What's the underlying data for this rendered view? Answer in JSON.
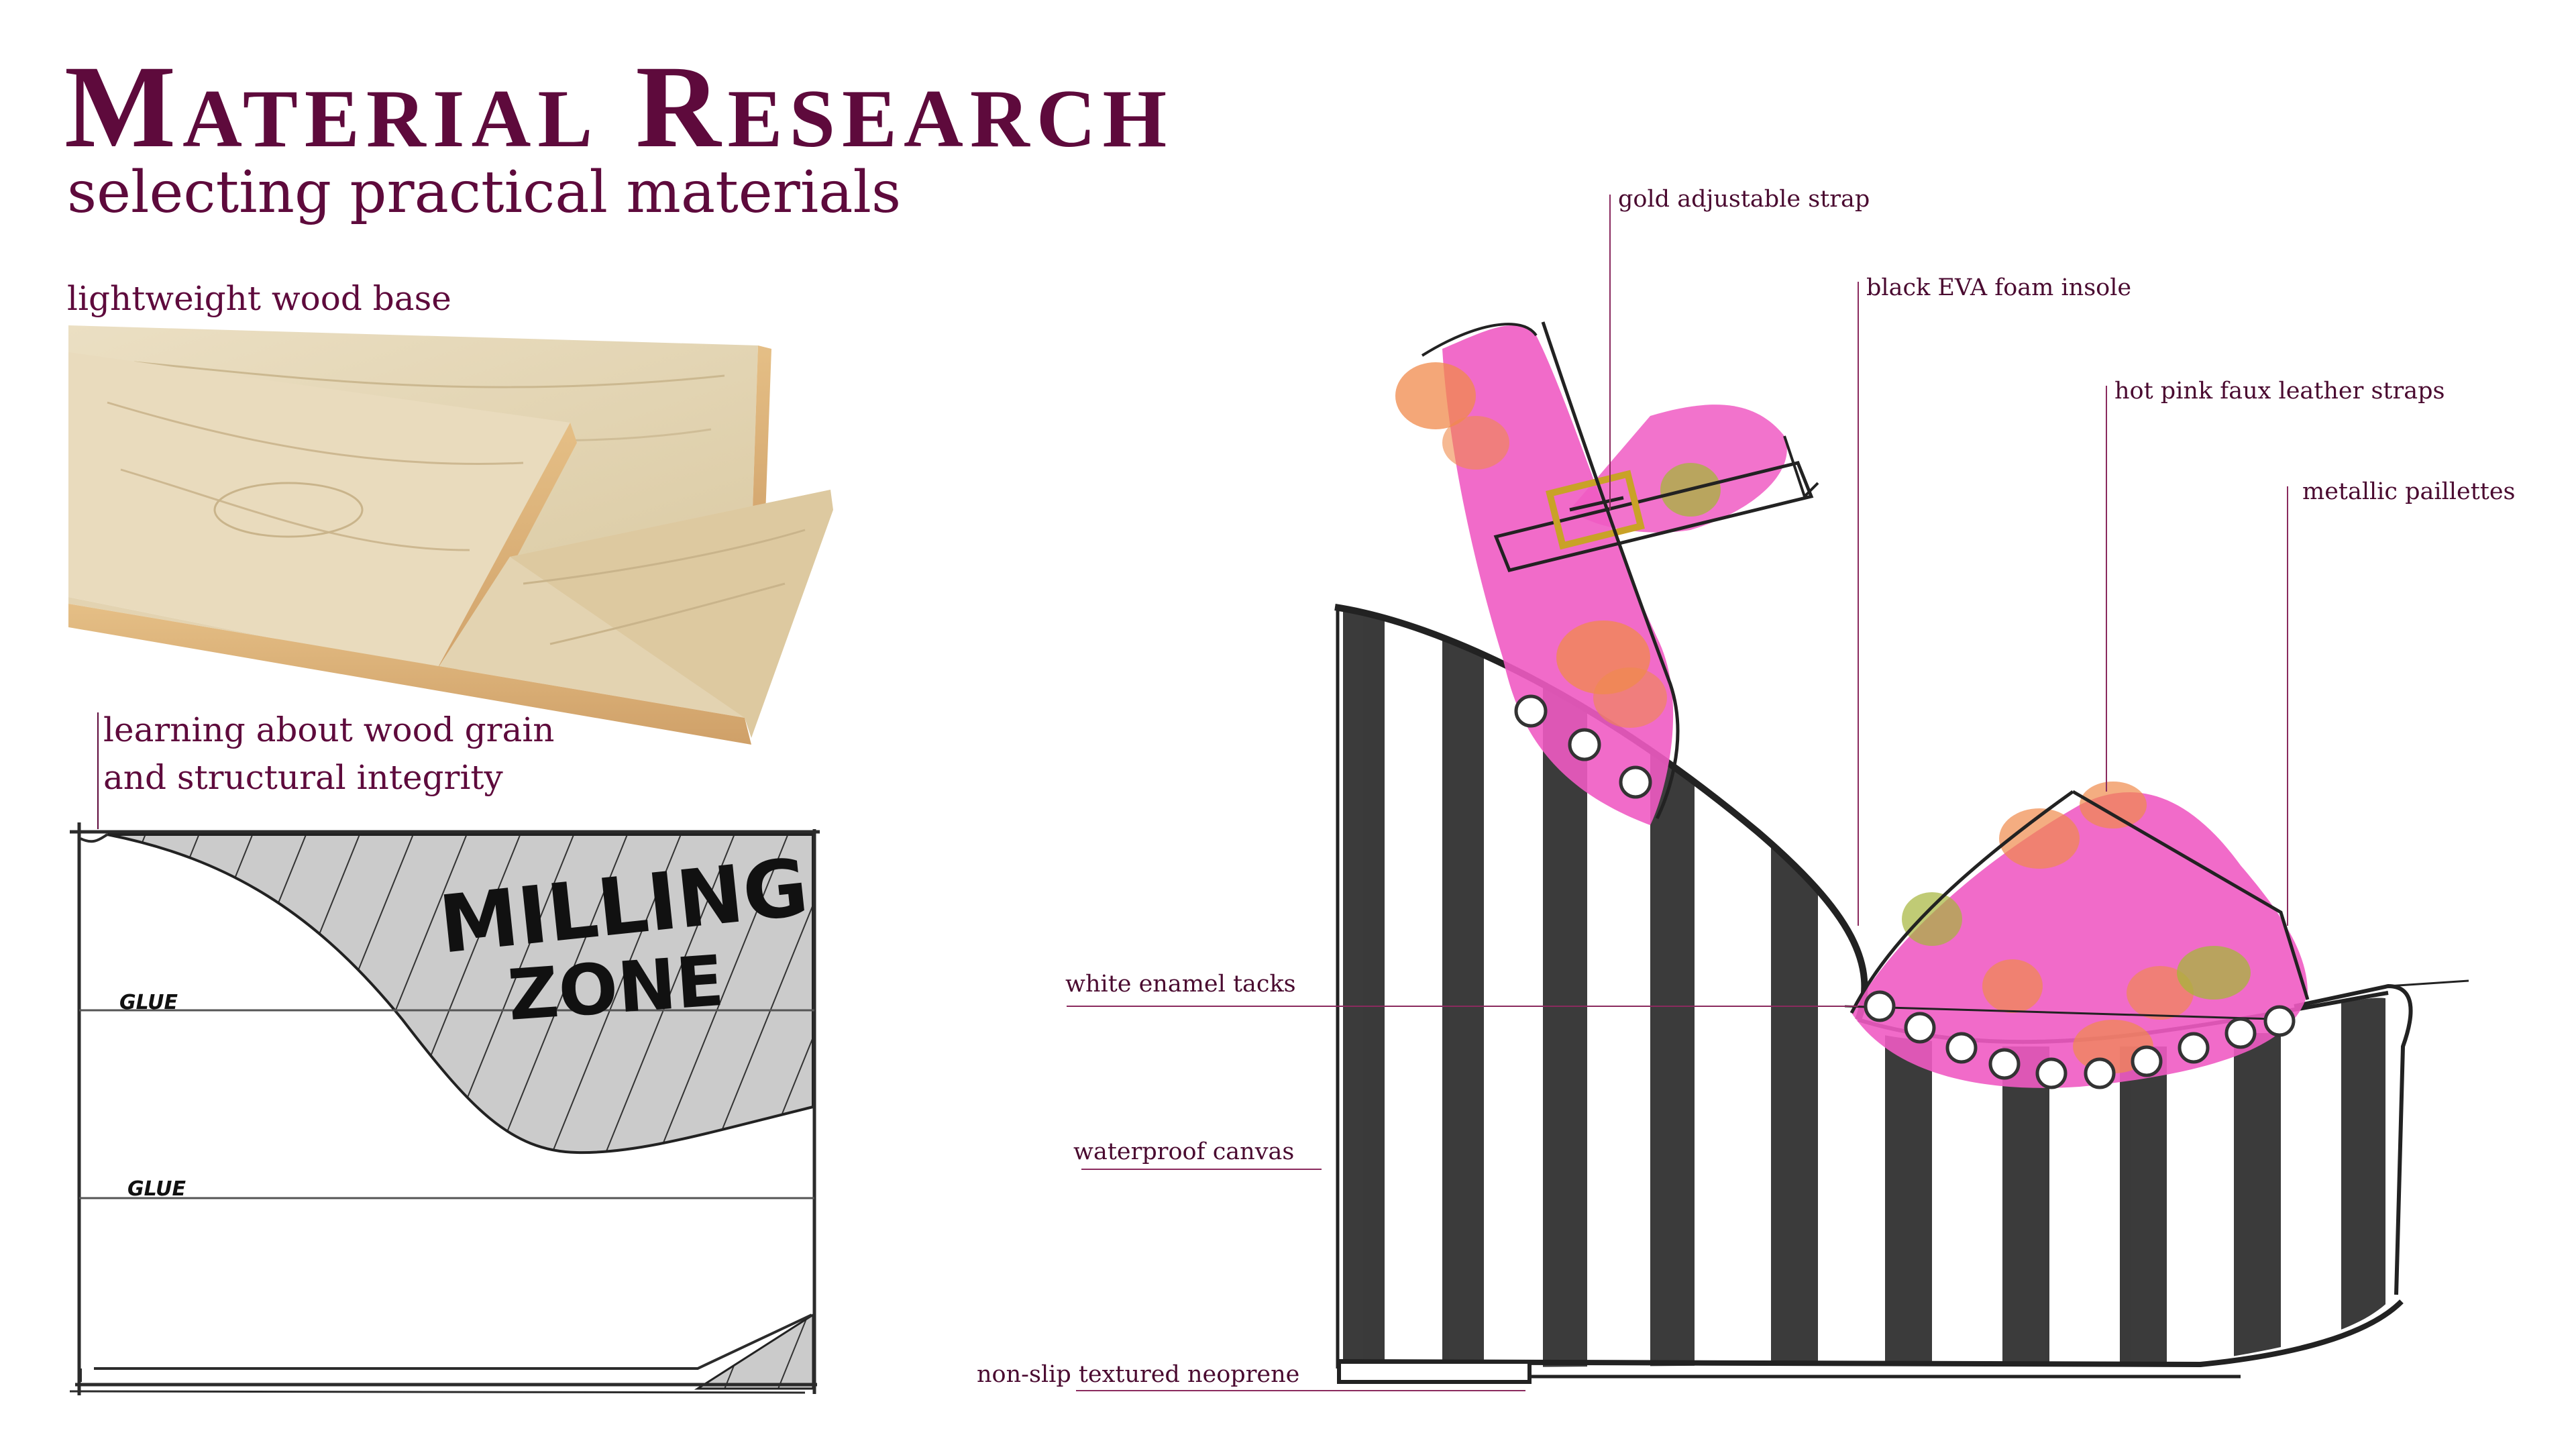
{
  "header": {
    "title": "Material Research",
    "subtitle": "selecting practical materials"
  },
  "wood_section": {
    "label": "lightweight wood base",
    "grain_note_line1": "learning about wood grain",
    "grain_note_line2": "and structural integrity"
  },
  "milling_diagram": {
    "zone_line1": "MILLING",
    "zone_line2": "ZONE",
    "glue_label_1": "GLUE",
    "glue_label_2": "GLUE"
  },
  "shoe_callouts": {
    "gold_strap": "gold adjustable strap",
    "insole": "black EVA foam insole",
    "pink_straps": "hot pink faux leather straps",
    "paillettes": "metallic paillettes",
    "tacks": "white enamel tacks",
    "canvas": "waterproof canvas",
    "sole": "non-slip textured neoprene"
  },
  "colors": {
    "brand": "#5e0a3c",
    "pink": "#f05bc3",
    "orange": "#f08a4b",
    "olive": "#a5b53a",
    "gold": "#c9a227",
    "wood_light": "#e6d8b8",
    "wood_edge": "#d9b27a",
    "milling_zone": "#cccccc"
  }
}
